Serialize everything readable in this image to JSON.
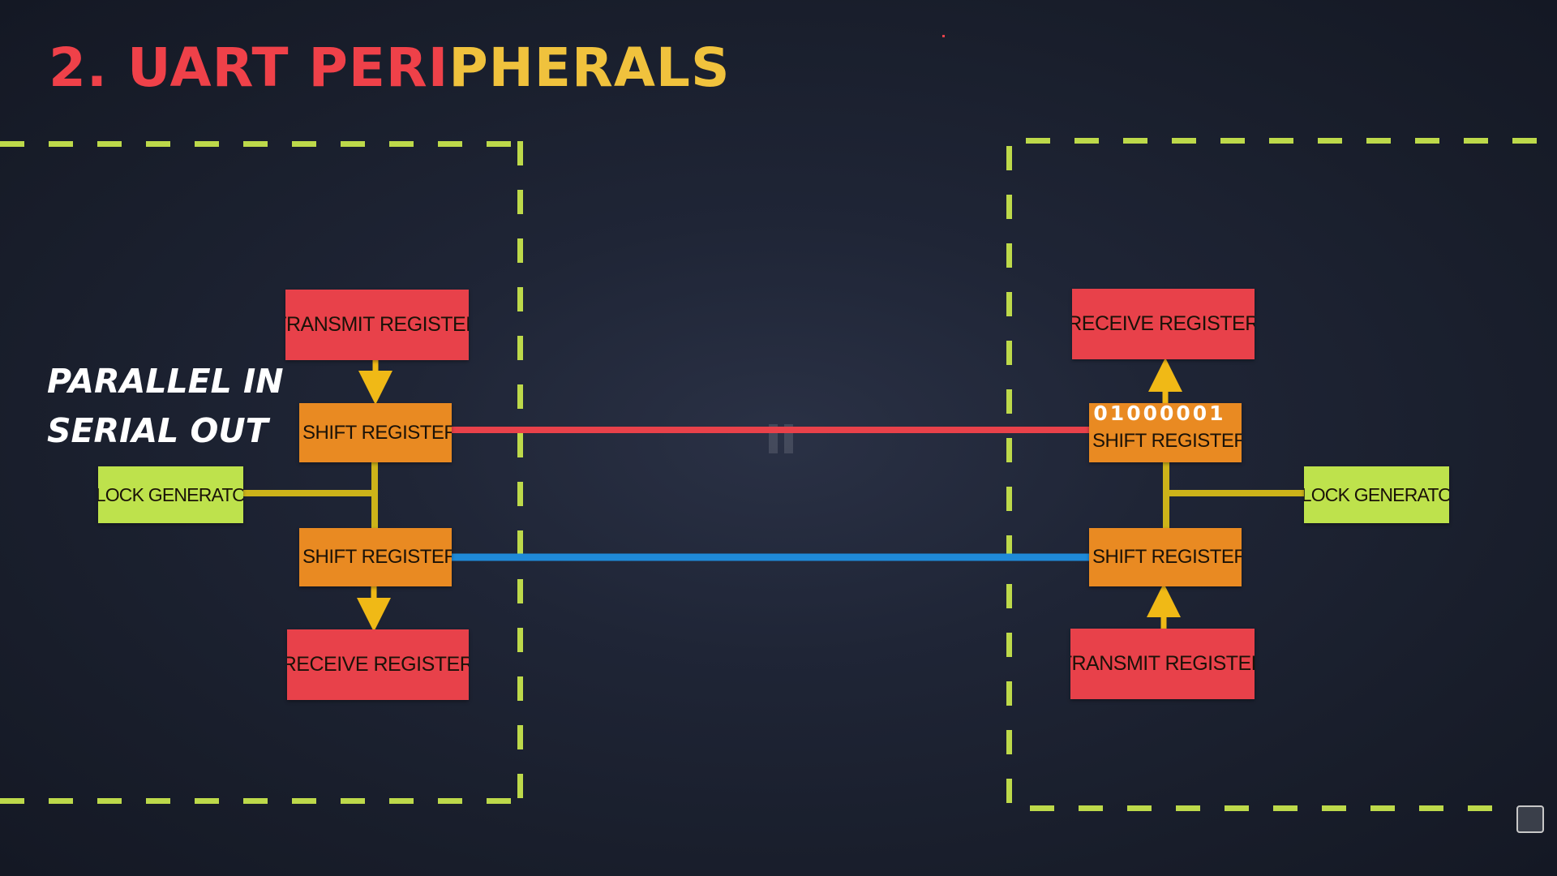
{
  "title": {
    "part1": "2. UART PERI",
    "part2": "PHERALS"
  },
  "side_caption": {
    "line1": "PARALLEL IN",
    "line2": "SERIAL OUT"
  },
  "left_device": {
    "transmit_register": "TRANSMIT REGISTER",
    "shift_register_top": "SHIFT REGISTER",
    "clock_generator": "CLOCK GENERATOR",
    "shift_register_bottom": "SHIFT REGISTER",
    "receive_register": "RECEIVE REGISTER"
  },
  "right_device": {
    "receive_register": "RECEIVE REGISTER",
    "data_bits": "01000001",
    "shift_register_top": "SHIFT REGISTER",
    "clock_generator": "CLOCK GENERATOR",
    "shift_register_bottom": "SHIFT REGISTER",
    "transmit_register": "TRANSMIT REGISTER"
  },
  "colors": {
    "title_red": "#ef4149",
    "title_yellow": "#f0c23d",
    "register_red": "#e8414a",
    "shift_orange": "#e98a22",
    "clock_green": "#bee24c",
    "dashed_border": "#bdd94a",
    "connector_yellow": "#f0b916",
    "tx_line_red": "#e8414a",
    "rx_line_blue": "#1f8ad8"
  }
}
